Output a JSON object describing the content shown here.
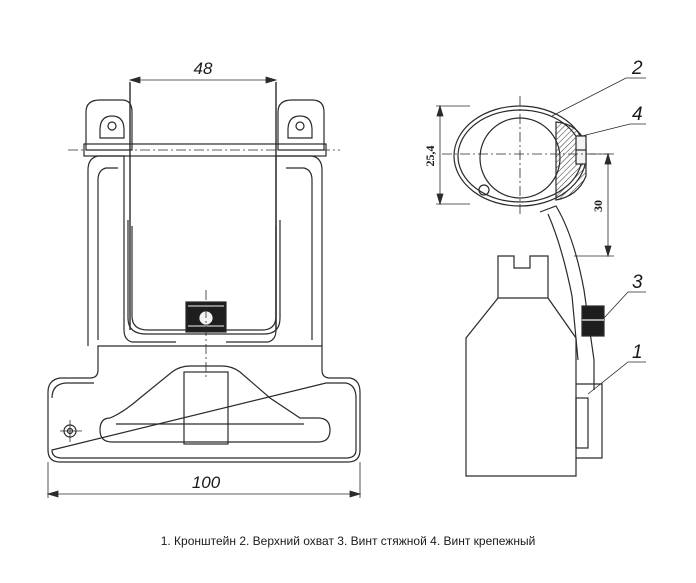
{
  "dimensions": {
    "top_width": "48",
    "bottom_width": "100",
    "clamp_diameter": "25,4",
    "height_offset": "30"
  },
  "callouts": [
    "1",
    "2",
    "3",
    "4"
  ],
  "legend": "1. Кронштейн  2. Верхний охват  3. Винт стяжной  4. Винт крепежный",
  "colors": {
    "line": "#2a2a2a",
    "fill_light": "#f4f4f4",
    "fill_dark": "#1e1e1e"
  }
}
